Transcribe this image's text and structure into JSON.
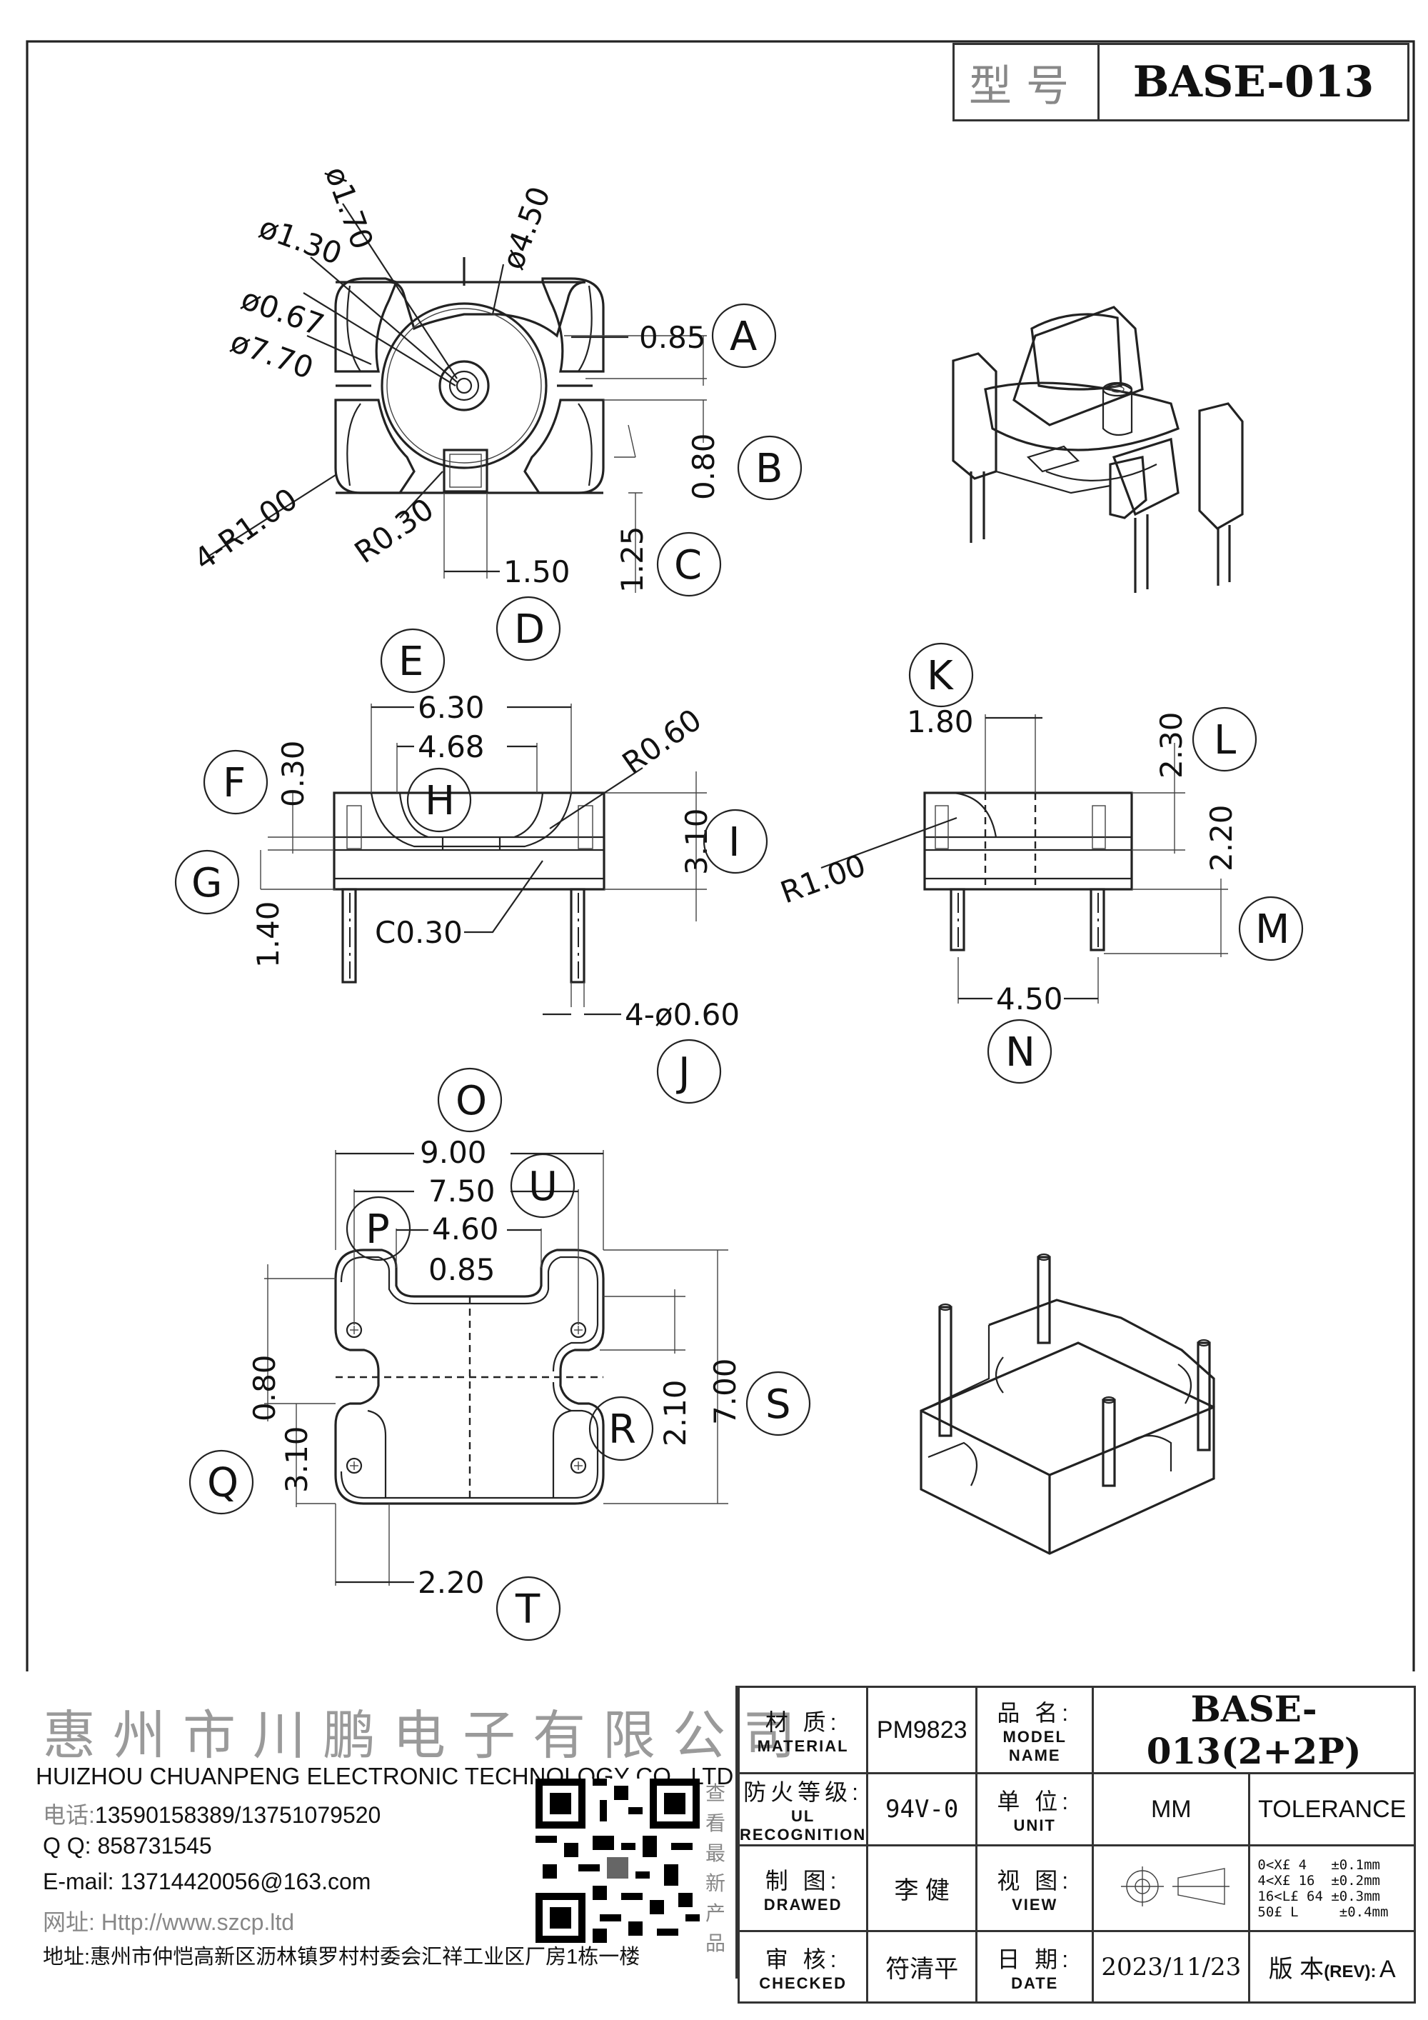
{
  "title_block": {
    "type_label": "型号",
    "model": "BASE-013"
  },
  "callouts": [
    "A",
    "B",
    "C",
    "D",
    "E",
    "F",
    "G",
    "H",
    "I",
    "J",
    "K",
    "L",
    "M",
    "N",
    "O",
    "P",
    "Q",
    "R",
    "S",
    "T",
    "U"
  ],
  "dimensions": {
    "top_view": {
      "d_1_70": "ø1.70",
      "d_1_30": "ø1.30",
      "d_0_67": "ø0.67",
      "d_7_70": "ø7.70",
      "d_4_50": "ø4.50",
      "a_0_85": "0.85",
      "b_0_80": "0.80",
      "c_1_25": "1.25",
      "d_1_50": "1.50",
      "r_4_r1_00": "4-R1.00",
      "r_0_30": "R0.30"
    },
    "front_view": {
      "e_6_30": "6.30",
      "h_4_68": "4.68",
      "f_0_30": "0.30",
      "r_0_60": "R0.60",
      "i_3_10": "3.10",
      "g_1_40": "1.40",
      "c_0_30": "C0.30",
      "j_4_d0_60": "4-ø0.60"
    },
    "side_view": {
      "k_1_80": "1.80",
      "l_2_30": "2.30",
      "l_2_20": "2.20",
      "r_1_00": "R1.00",
      "n_4_50": "4.50"
    },
    "bottom_view": {
      "o_9_00": "9.00",
      "u_7_50": "7.50",
      "p_4_60": "4.60",
      "p_0_85": "0.85",
      "q_0_80": "0.80",
      "q_3_10": "3.10",
      "r_2_10": "2.10",
      "s_7_00": "7.00",
      "t_2_20": "2.20"
    }
  },
  "company": {
    "name_cn": "惠州市川鹏电子有限公司",
    "name_en": "HUIZHOU CHUANPENG ELECTRONIC TECHNOLOGY CO., LTD",
    "phone_label": "电话:",
    "phone": "13590158389/13751079520",
    "qq_label": "Q Q:",
    "qq": "858731545",
    "email_label": "E-mail:",
    "email": "13714420056@163.com",
    "web_label": "网址:",
    "web": "Http://www.szcp.ltd",
    "addr_label": "地址:",
    "addr": "惠州市仲恺高新区沥林镇罗村村委会汇祥工业区厂房1栋一楼",
    "qr_caption": "查看最新产品"
  },
  "info": {
    "material_cn": "材 质:",
    "material_en": "MATERIAL",
    "material": "PM9823",
    "model_cn": "品 名:",
    "model_en": "MODEL NAME",
    "model_name": "BASE-013(2+2P)",
    "fire_cn": "防火等级:",
    "fire_en": "UL RECOGNITION",
    "fire": "94V-0",
    "unit_cn": "单 位:",
    "unit_en": "UNIT",
    "unit": "MM",
    "tolerance_title": "TOLERANCE",
    "drawn_cn": "制 图:",
    "drawn_en": "DRAWED",
    "drawn": "李 健",
    "view_cn": "视 图:",
    "view_en": "VIEW",
    "tol_1": "0<X£ 4   ±0.1mm",
    "tol_2": "4<X£ 16  ±0.2mm",
    "tol_3": "16<L£ 64 ±0.3mm",
    "tol_4": "50£ L     ±0.4mm",
    "checked_cn": "审 核:",
    "checked_en": "CHECKED",
    "checked": "符清平",
    "date_cn": "日 期:",
    "date_en": "DATE",
    "date": "2023/11/23",
    "rev_label_cn": "版 本",
    "rev_label_en": "(REV):",
    "rev": "A"
  }
}
